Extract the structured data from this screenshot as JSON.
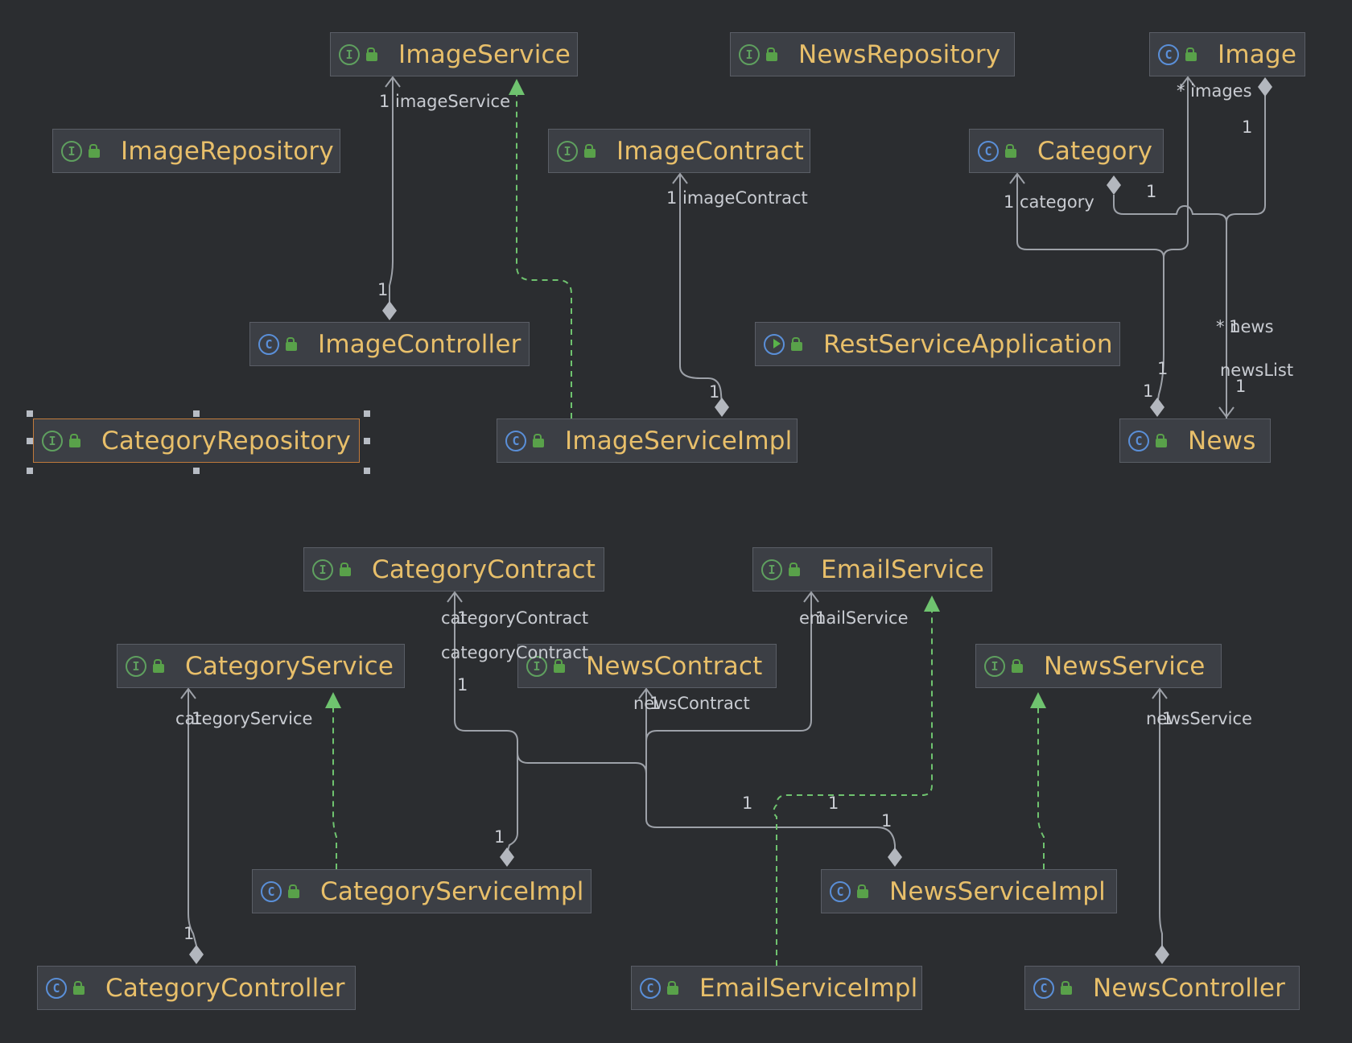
{
  "nodes": [
    {
      "id": "ImageService",
      "name": "ImageService",
      "kind": "interface",
      "kind_glyph": "I"
    },
    {
      "id": "NewsRepository",
      "name": "NewsRepository",
      "kind": "interface",
      "kind_glyph": "I"
    },
    {
      "id": "Image",
      "name": "Image",
      "kind": "class",
      "kind_glyph": "C"
    },
    {
      "id": "ImageRepository",
      "name": "ImageRepository",
      "kind": "interface",
      "kind_glyph": "I"
    },
    {
      "id": "ImageContract",
      "name": "ImageContract",
      "kind": "interface",
      "kind_glyph": "I"
    },
    {
      "id": "Category",
      "name": "Category",
      "kind": "class",
      "kind_glyph": "C"
    },
    {
      "id": "ImageController",
      "name": "ImageController",
      "kind": "class",
      "kind_glyph": "C"
    },
    {
      "id": "RestServiceApplication",
      "name": "RestServiceApplication",
      "kind": "runnable",
      "kind_glyph": "C"
    },
    {
      "id": "CategoryRepository",
      "name": "CategoryRepository",
      "kind": "interface",
      "kind_glyph": "I",
      "selected": true
    },
    {
      "id": "ImageServiceImpl",
      "name": "ImageServiceImpl",
      "kind": "class",
      "kind_glyph": "C"
    },
    {
      "id": "News",
      "name": "News",
      "kind": "class",
      "kind_glyph": "C"
    },
    {
      "id": "CategoryContract",
      "name": "CategoryContract",
      "kind": "interface",
      "kind_glyph": "I"
    },
    {
      "id": "EmailService",
      "name": "EmailService",
      "kind": "interface",
      "kind_glyph": "I"
    },
    {
      "id": "CategoryService",
      "name": "CategoryService",
      "kind": "interface",
      "kind_glyph": "I"
    },
    {
      "id": "NewsContract",
      "name": "NewsContract",
      "kind": "interface",
      "kind_glyph": "I"
    },
    {
      "id": "NewsService",
      "name": "NewsService",
      "kind": "interface",
      "kind_glyph": "I"
    },
    {
      "id": "CategoryServiceImpl",
      "name": "CategoryServiceImpl",
      "kind": "class",
      "kind_glyph": "C"
    },
    {
      "id": "NewsServiceImpl",
      "name": "NewsServiceImpl",
      "kind": "class",
      "kind_glyph": "C"
    },
    {
      "id": "CategoryController",
      "name": "CategoryController",
      "kind": "class",
      "kind_glyph": "C"
    },
    {
      "id": "EmailServiceImpl",
      "name": "EmailServiceImpl",
      "kind": "class",
      "kind_glyph": "C"
    },
    {
      "id": "NewsController",
      "name": "NewsController",
      "kind": "class",
      "kind_glyph": "C"
    }
  ],
  "edge_labels": [
    "1",
    "imageService",
    "1",
    "1",
    "imageContract",
    "1",
    "* images",
    "1",
    "1",
    "category",
    "1",
    "* news",
    "1",
    "newsList",
    "1",
    "1",
    "1",
    "categoryContract",
    "1",
    "categoryContract",
    "1",
    "1",
    "emailService",
    "1",
    "newsContract",
    "1",
    "1",
    "1",
    "1",
    "categoryService",
    "1",
    "1",
    "newsService",
    "1"
  ],
  "colors": {
    "background": "#2b2d30",
    "node_fill": "#3c3f45",
    "node_border": "#5a5e66",
    "title": "#e8bf6a",
    "edge": "#9da1a8",
    "realization": "#6fc36f",
    "selection": "#c07a3c"
  }
}
